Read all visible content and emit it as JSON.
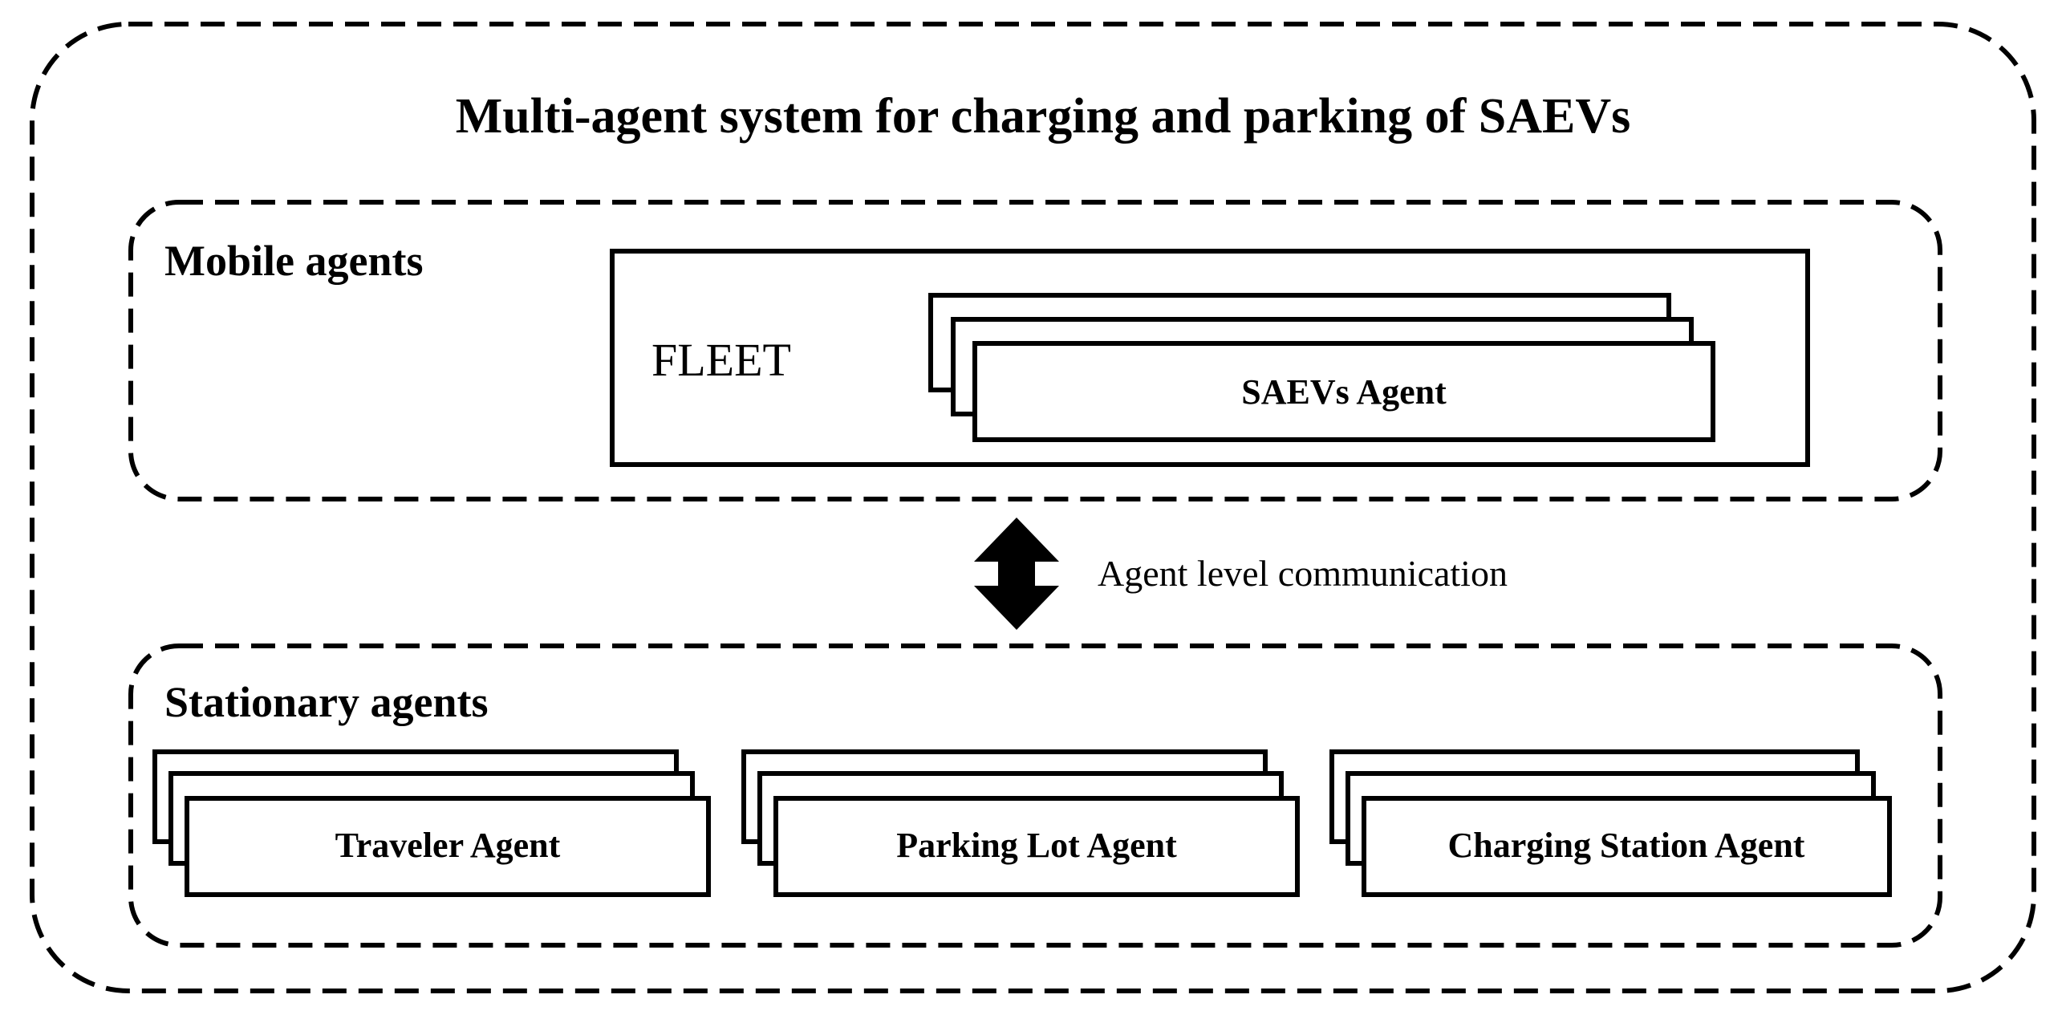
{
  "title": "Multi-agent system for charging and parking of SAEVs",
  "mobile": {
    "heading": "Mobile agents",
    "fleet_label": "FLEET",
    "saev_agent": "SAEVs Agent"
  },
  "communication": {
    "label": "Agent level communication"
  },
  "stationary": {
    "heading": "Stationary agents",
    "agents": [
      "Traveler  Agent",
      "Parking  Lot Agent",
      "Charging  Station  Agent"
    ]
  }
}
